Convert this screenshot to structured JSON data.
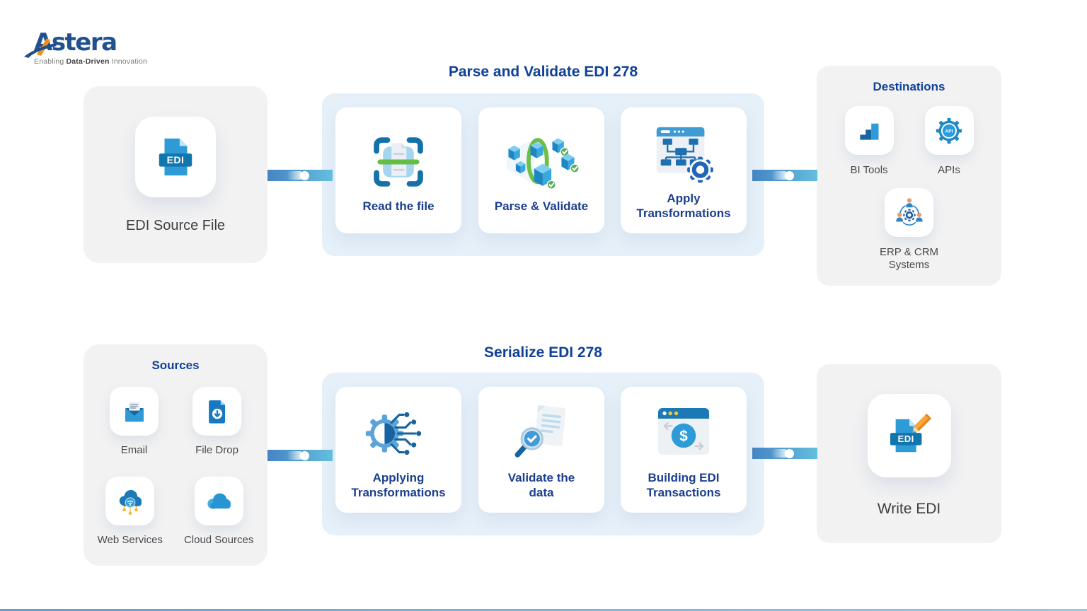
{
  "brand": {
    "name": "Astera",
    "tagline_prefix": "Enabling",
    "tagline_bold": "Data-Driven",
    "tagline_suffix": "Innovation"
  },
  "colors": {
    "title_navy": "#10419a",
    "step_label_navy": "#1b3e8f",
    "text_gray": "#4a4a4a",
    "panel_gray": "#f2f2f3",
    "band_blue": "#e6f0f9",
    "brand_blue": "#2e9bd6",
    "dark_blue": "#1176ad",
    "green": "#6cbf47",
    "orange": "#f6a13b",
    "connector_start": "#4584c4",
    "connector_end": "#64bede"
  },
  "icons": {
    "edi_badge": "EDI",
    "api_badge": "API",
    "dollar": "$"
  },
  "top_flow": {
    "title": "Parse and Validate EDI 278",
    "source_card": {
      "label": "EDI Source File",
      "icon": "edi-file-icon"
    },
    "steps": [
      {
        "label": "Read the file",
        "icon": "scan-document-icon"
      },
      {
        "label": "Parse & Validate",
        "icon": "cubes-ring-icon"
      },
      {
        "label": "Apply Transformations",
        "icon": "flowchart-gear-icon"
      }
    ],
    "destinations": {
      "title": "Destinations",
      "items": [
        {
          "label": "BI Tools",
          "icon": "bar-chart-icon"
        },
        {
          "label": "APIs",
          "icon": "api-gear-icon"
        },
        {
          "label": "ERP & CRM Systems",
          "icon": "people-gear-icon"
        }
      ]
    }
  },
  "bottom_flow": {
    "title": "Serialize EDI 278",
    "sources": {
      "title": "Sources",
      "items": [
        {
          "label": "Email",
          "icon": "email-icon"
        },
        {
          "label": "File Drop",
          "icon": "file-drop-icon"
        },
        {
          "label": "Web Services",
          "icon": "cloud-wifi-icon"
        },
        {
          "label": "Cloud Sources",
          "icon": "cloud-icon"
        }
      ]
    },
    "steps": [
      {
        "label": "Applying Transformations",
        "icon": "gear-circuit-icon"
      },
      {
        "label": "Validate the data",
        "icon": "magnifier-check-icon"
      },
      {
        "label": "Building EDI Transactions",
        "icon": "dollar-window-icon"
      }
    ],
    "write_card": {
      "label": "Write EDI",
      "icon": "edi-pencil-icon"
    }
  }
}
